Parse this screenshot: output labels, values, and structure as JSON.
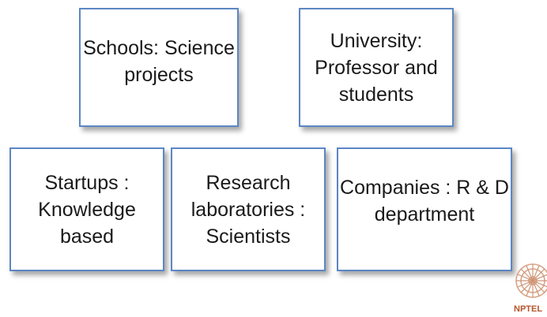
{
  "boxes": {
    "schools": {
      "line1": "Schools: Science",
      "line2": "projects"
    },
    "university": {
      "line1": "University:",
      "line2": "Professor and",
      "line3": "students"
    },
    "startups": {
      "line1": "Startups :",
      "line2": "Knowledge",
      "line3": "based"
    },
    "research": {
      "line1": "Research",
      "line2": "laboratories :",
      "line3": "Scientists"
    },
    "companies": {
      "line1": "Companies : R & D",
      "line2": "department"
    }
  },
  "logo": {
    "text": "NPTEL",
    "icon": "nptel-logo-icon"
  },
  "colors": {
    "box_border": "#5b87c3",
    "logo_ring": "#d9a589",
    "logo_text": "#b3552b"
  }
}
